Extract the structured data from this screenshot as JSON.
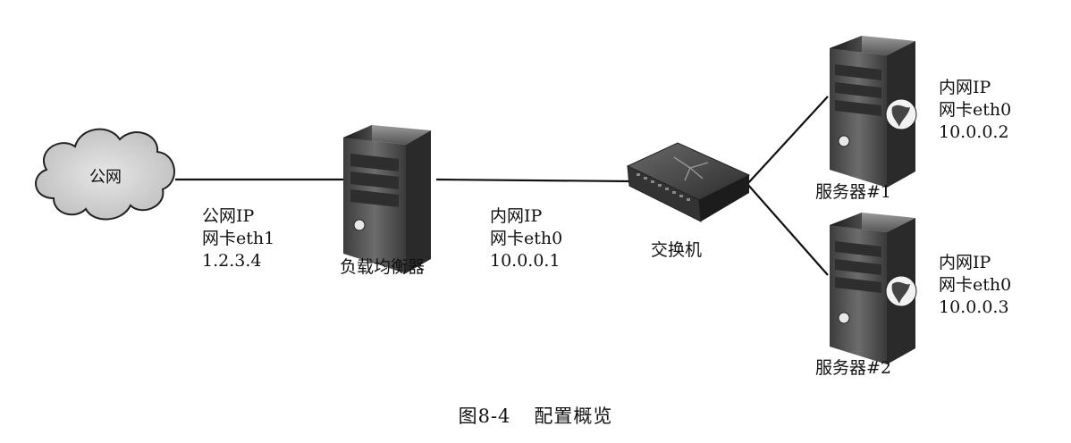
{
  "nodes": {
    "internet": {
      "label": "公网",
      "icon": "cloud-icon"
    },
    "load_balancer": {
      "name": "负载均衡器",
      "icon": "server-tower-icon",
      "public_lines": [
        "公网IP",
        "网卡eth1",
        "1.2.3.4"
      ],
      "private_lines": [
        "内网IP",
        "网卡eth0",
        "10.0.0.1"
      ]
    },
    "switch": {
      "name": "交换机",
      "icon": "network-switch-icon"
    },
    "server1": {
      "name": "服务器#1",
      "icon": "server-tower-icon",
      "lines": [
        "内网IP",
        "网卡eth0",
        "10.0.0.2"
      ]
    },
    "server2": {
      "name": "服务器#2",
      "icon": "server-tower-icon",
      "lines": [
        "内网IP",
        "网卡eth0",
        "10.0.0.3"
      ]
    }
  },
  "caption": {
    "figure": "图8-4",
    "title": "配置概览"
  },
  "colors": {
    "line": "#111111",
    "cloud_fill": "#d4d4d4",
    "device_dark": "#2b2b2b",
    "device_face": "#5a5a5a"
  }
}
